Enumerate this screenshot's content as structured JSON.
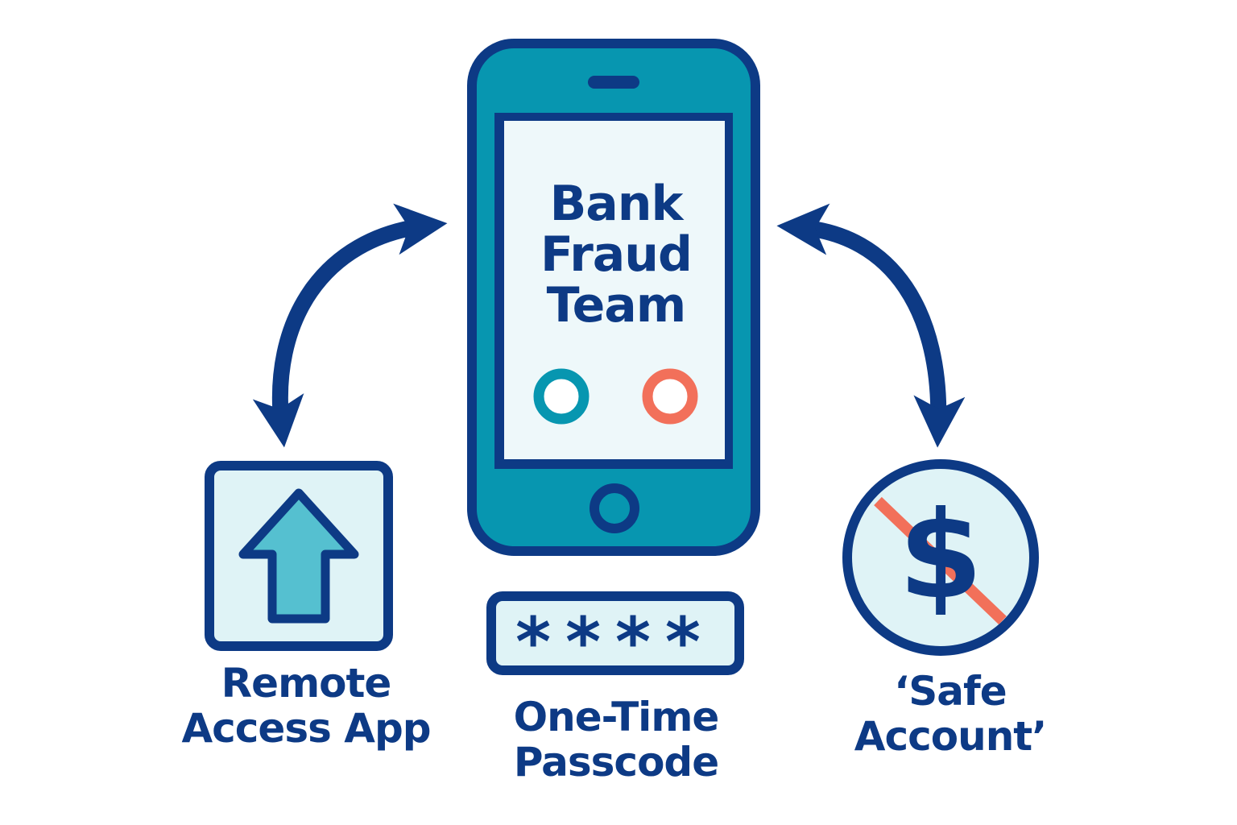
{
  "phone": {
    "screen_title": [
      "Bank",
      "Fraud",
      "Team"
    ]
  },
  "items": {
    "remote_access": {
      "label": [
        "Remote",
        "Access App"
      ],
      "icon": "upload-arrow-icon"
    },
    "otp": {
      "mask": "****",
      "label": [
        "One-Time",
        "Passcode"
      ],
      "icon": "password-field-icon"
    },
    "safe_account": {
      "label": [
        "‘Safe",
        "Account’"
      ],
      "icon": "crossed-dollar-icon"
    }
  },
  "colors": {
    "navy": "#0d3a85",
    "teal": "#0796b0",
    "light_teal": "#dff3f6",
    "arrow_fill": "#55c0d0",
    "accept_button": "#0796b0",
    "decline_button": "#f2705a",
    "strike": "#f2705a"
  }
}
